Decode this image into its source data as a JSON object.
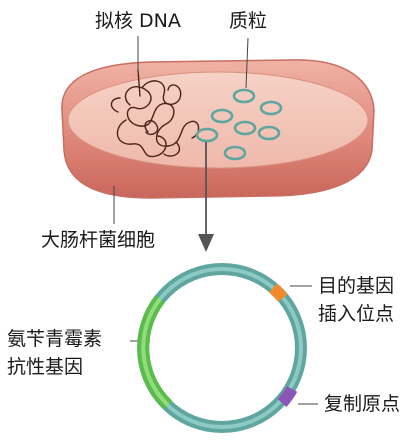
{
  "labels": {
    "nucleoid": "拟核 DNA",
    "plasmid": "质粒",
    "bacterium": "大肠杆菌细胞",
    "resistance_line1": "氨苄青霉素",
    "resistance_line2": "抗性基因",
    "insertion_line1": "目的基因",
    "insertion_line2": "插入位点",
    "origin": "复制原点"
  },
  "colors": {
    "cell_body": "#e59a8c",
    "cell_rim": "#c96e62",
    "cell_interior": "#f2c1b3",
    "plasmid_ring": "#5fa6a0",
    "resistance_gene": "#5bbd49",
    "insertion_site": "#f08a2c",
    "replication_origin": "#8a56b8"
  },
  "icons": {
    "dna": "tangled-dna-icon",
    "arrow": "down-arrow-icon"
  }
}
